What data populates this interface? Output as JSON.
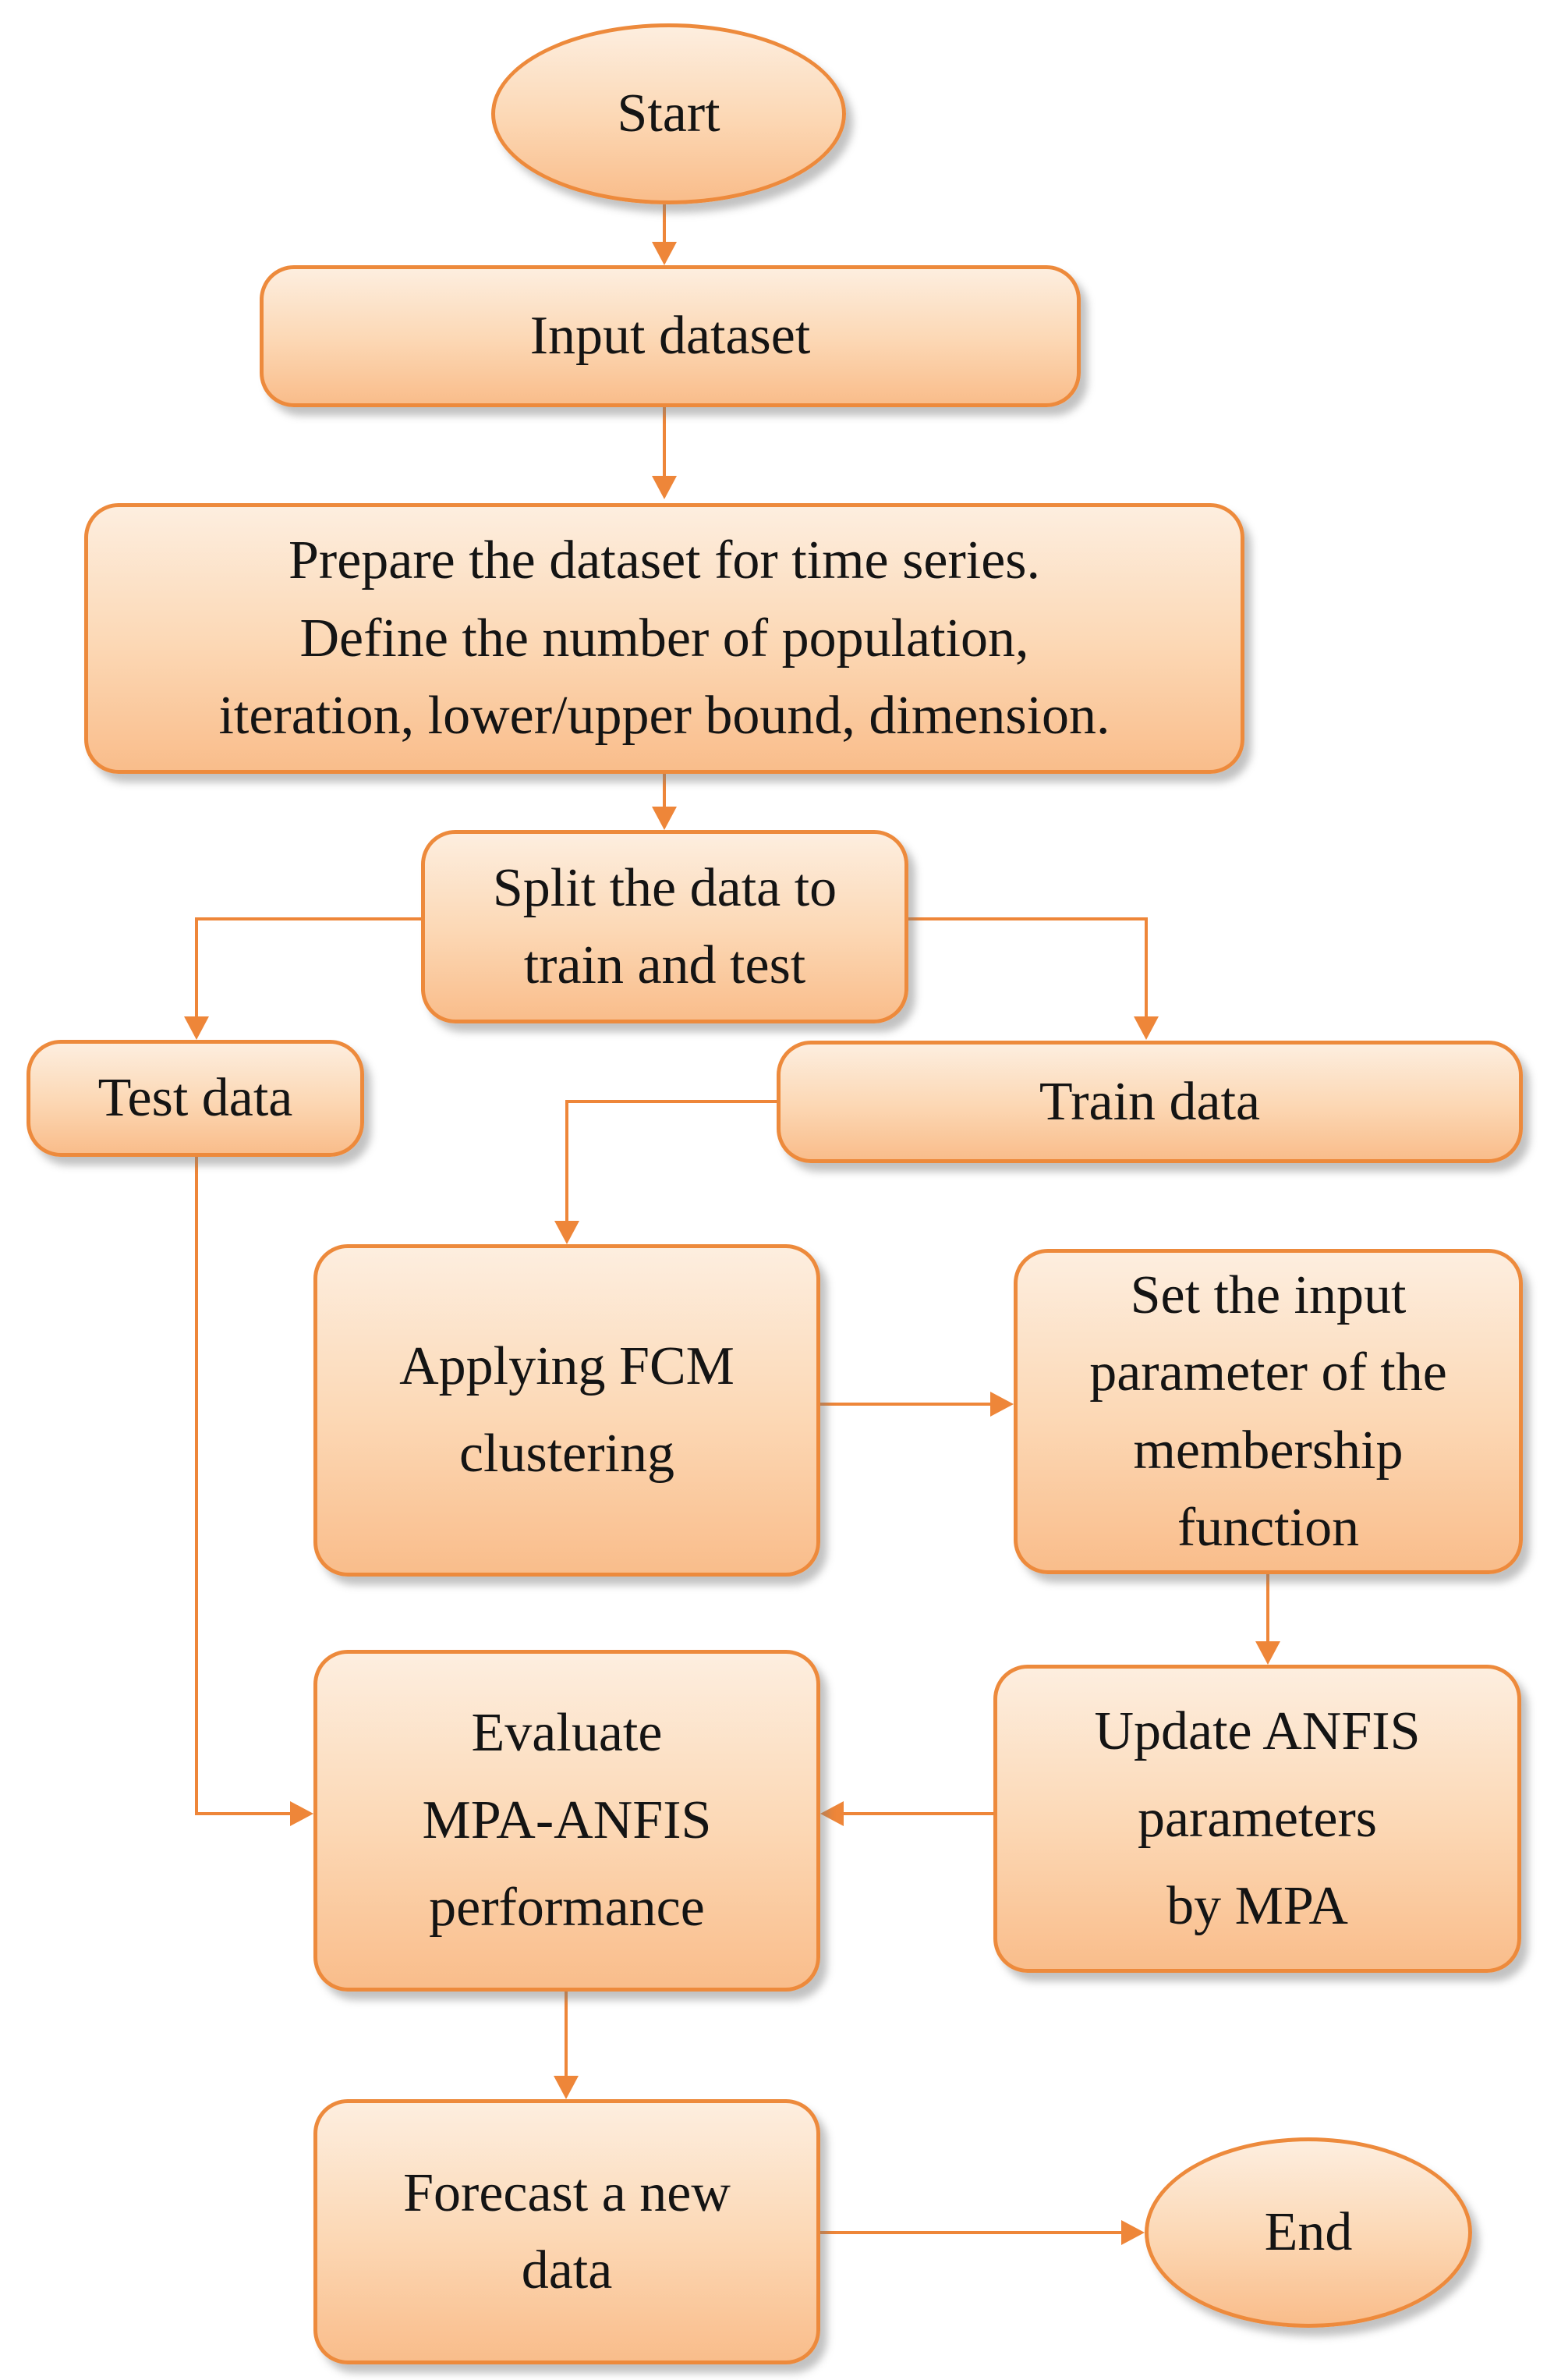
{
  "figure": {
    "type": "flowchart",
    "background": "#FFFFFF",
    "palette": {
      "node_border": "#ED8A3C",
      "node_fill_top": "#FDEEDF",
      "node_fill_bottom": "#F9BD8B",
      "arrow": "#EE8639",
      "text": "#141414"
    },
    "nodes": {
      "start": {
        "label": "Start",
        "shape": "oval"
      },
      "input_dataset": {
        "label": "Input dataset",
        "shape": "rounded-rectangle"
      },
      "prepare": {
        "label": "Prepare the dataset for time series.\nDefine the number of population,\niteration, lower/upper bound, dimension.",
        "shape": "rounded-rectangle"
      },
      "split": {
        "label": "Split the data to\ntrain and test",
        "shape": "rounded-rectangle"
      },
      "test_data": {
        "label": "Test data",
        "shape": "rounded-rectangle"
      },
      "train_data": {
        "label": "Train data",
        "shape": "rounded-rectangle"
      },
      "fcm": {
        "label": "Applying FCM\nclustering",
        "shape": "rounded-rectangle"
      },
      "set_input": {
        "label": "Set the input\nparameter of the\nmembership\nfunction",
        "shape": "rounded-rectangle"
      },
      "update_anfis": {
        "label": "Update ANFIS\nparameters\nby MPA",
        "shape": "rounded-rectangle"
      },
      "evaluate": {
        "label": "Evaluate\nMPA-ANFIS\nperformance",
        "shape": "rounded-rectangle"
      },
      "forecast": {
        "label": "Forecast a new\ndata",
        "shape": "rounded-rectangle"
      },
      "end": {
        "label": "End",
        "shape": "oval"
      }
    },
    "edges": [
      {
        "from": "start",
        "to": "input_dataset"
      },
      {
        "from": "input_dataset",
        "to": "prepare"
      },
      {
        "from": "prepare",
        "to": "split"
      },
      {
        "from": "split",
        "to": "test_data"
      },
      {
        "from": "split",
        "to": "train_data"
      },
      {
        "from": "train_data",
        "to": "fcm"
      },
      {
        "from": "fcm",
        "to": "set_input"
      },
      {
        "from": "set_input",
        "to": "update_anfis"
      },
      {
        "from": "update_anfis",
        "to": "evaluate"
      },
      {
        "from": "test_data",
        "to": "evaluate"
      },
      {
        "from": "evaluate",
        "to": "forecast"
      },
      {
        "from": "forecast",
        "to": "end"
      }
    ]
  }
}
